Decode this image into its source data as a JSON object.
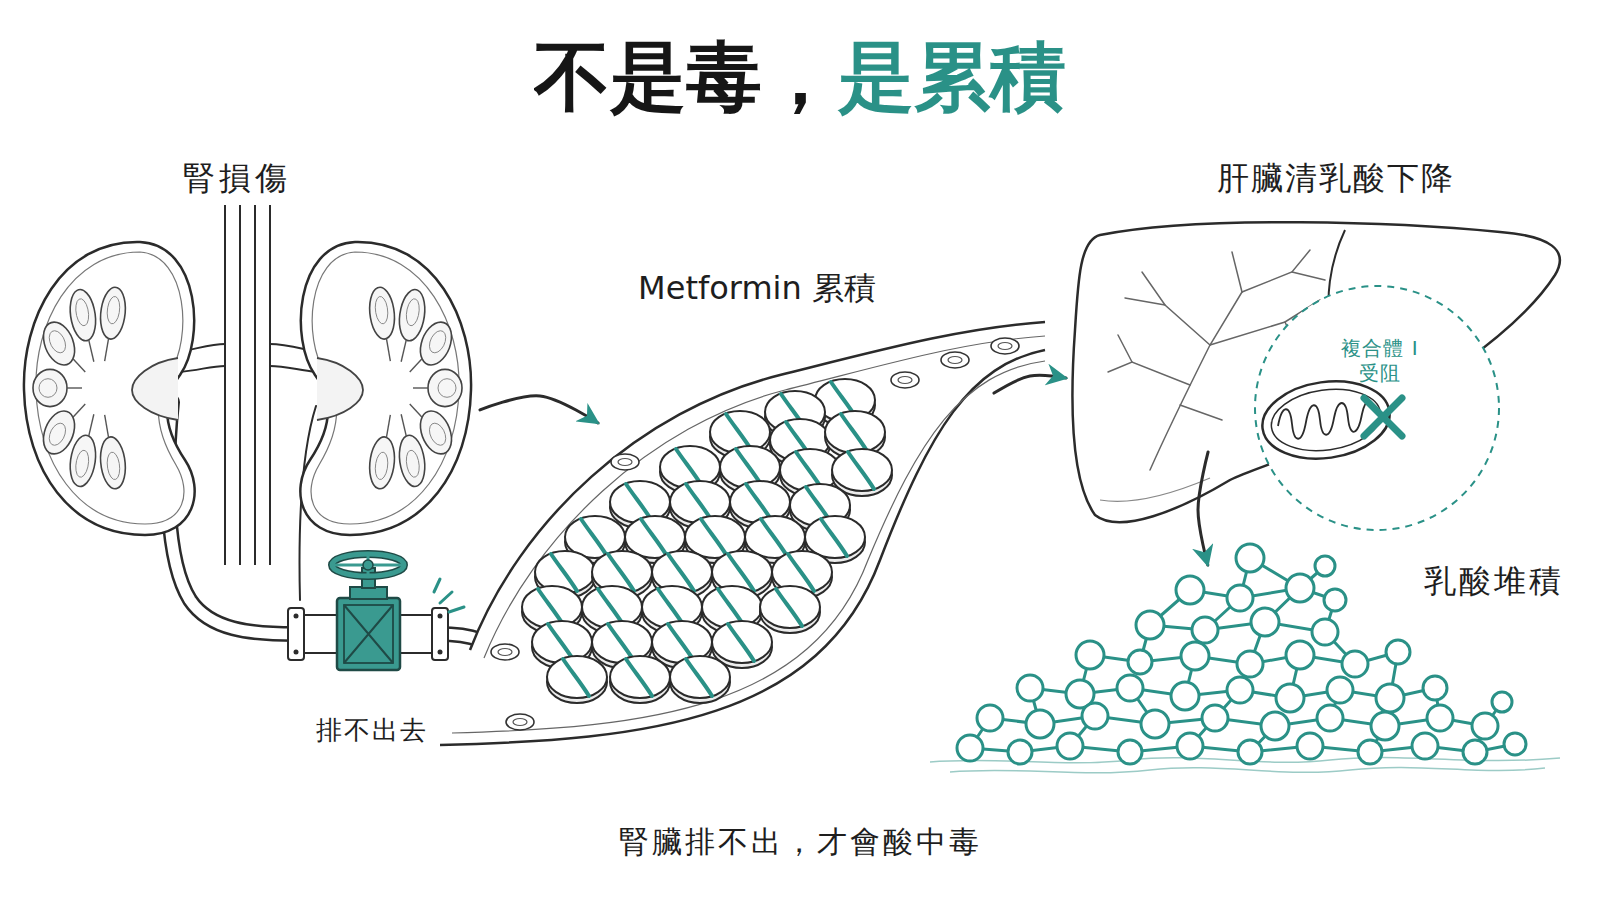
{
  "diagram": {
    "title": "不是毒，是累積",
    "caption": "腎臟排不出，才會酸中毒",
    "nodes": [
      {
        "text": [
          "腎損傷"
        ]
      },
      {
        "text": [
          "排不出去"
        ]
      },
      {
        "text": [
          "Metformin 累積"
        ]
      },
      {
        "text": [
          "肝臟清乳酸下降"
        ]
      },
      {
        "text": [
          "複合體 I 受阻"
        ],
        "in": 3
      },
      {
        "text": [
          "乳酸堆積"
        ]
      }
    ],
    "edges": [
      {
        "from": 0,
        "to": 2,
        "arrow": "to"
      },
      {
        "from": 2,
        "to": 3,
        "arrow": "to"
      },
      {
        "from": 3,
        "to": 5,
        "arrow": "to"
      }
    ]
  }
}
